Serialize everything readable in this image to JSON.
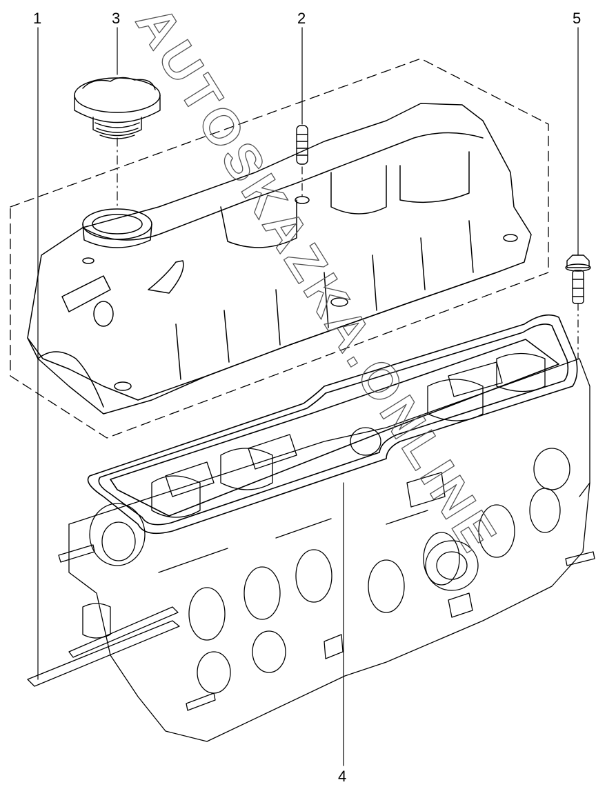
{
  "callouts": {
    "c1": "1",
    "c2": "2",
    "c3": "3",
    "c4": "4",
    "c5": "5"
  },
  "watermark": {
    "text": "AUTOSKAZKA.ONLINE",
    "color": "#555555"
  },
  "colors": {
    "line": "#000000",
    "background": "#ffffff"
  }
}
